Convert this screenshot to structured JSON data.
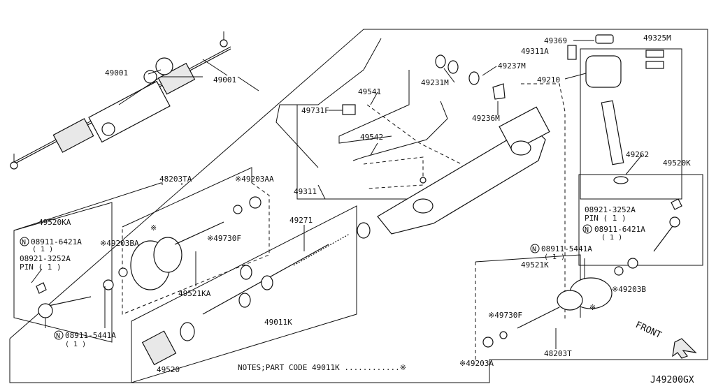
{
  "diagram_code": "J49200GX",
  "note": {
    "text": "NOTES;PART CODE  49011K ............※"
  },
  "direction": "FRONT",
  "labels": {
    "l49001a": "49001",
    "l49001b": "49001",
    "l48203TA": "48203TA",
    "l49203AA": "※49203AA",
    "l49520KA": "49520KA",
    "l08911_6421A_left": "08911-6421A",
    "l08911_6421A_left_qty": "( 1 )",
    "l08921_3252A_left": "08921-3252A",
    "l_pin_left": "PIN ( 1 )",
    "l49203BA": "※49203BA",
    "l49730F_left": "※49730F",
    "l49521KA": "49521KA",
    "l08911_5441A_left": "08911-5441A",
    "l08911_5441A_left_qty": "( 1 )",
    "l49520": "49520",
    "l49311": "49311",
    "l49271": "49271",
    "l49011K": "49011K",
    "l49541": "49541",
    "l49731F": "49731F",
    "l49542": "49542",
    "l49231M": "49231M",
    "l49237M": "49237M",
    "l49236M": "49236M",
    "l49369": "49369",
    "l49311A": "49311A",
    "l49325M": "49325M",
    "l49210": "49210",
    "l49262": "49262",
    "l49520K": "49520K",
    "l08921_3252A_right": "08921-3252A",
    "l_pin_right": "PIN ( 1 )",
    "l08911_6421A_right": "08911-6421A",
    "l08911_6421A_right_qty": "( 1 )",
    "l08911_5441A_right": "08911-5441A",
    "l08911_5441A_right_qty": "( 1 )",
    "l49521K": "49521K",
    "l49730F_right": "※49730F",
    "l49203B": "※49203B",
    "l49203A": "※49203A",
    "l48203T": "48203T",
    "asterisk_left": "※",
    "asterisk_right": "※",
    "n_marker": "N"
  }
}
